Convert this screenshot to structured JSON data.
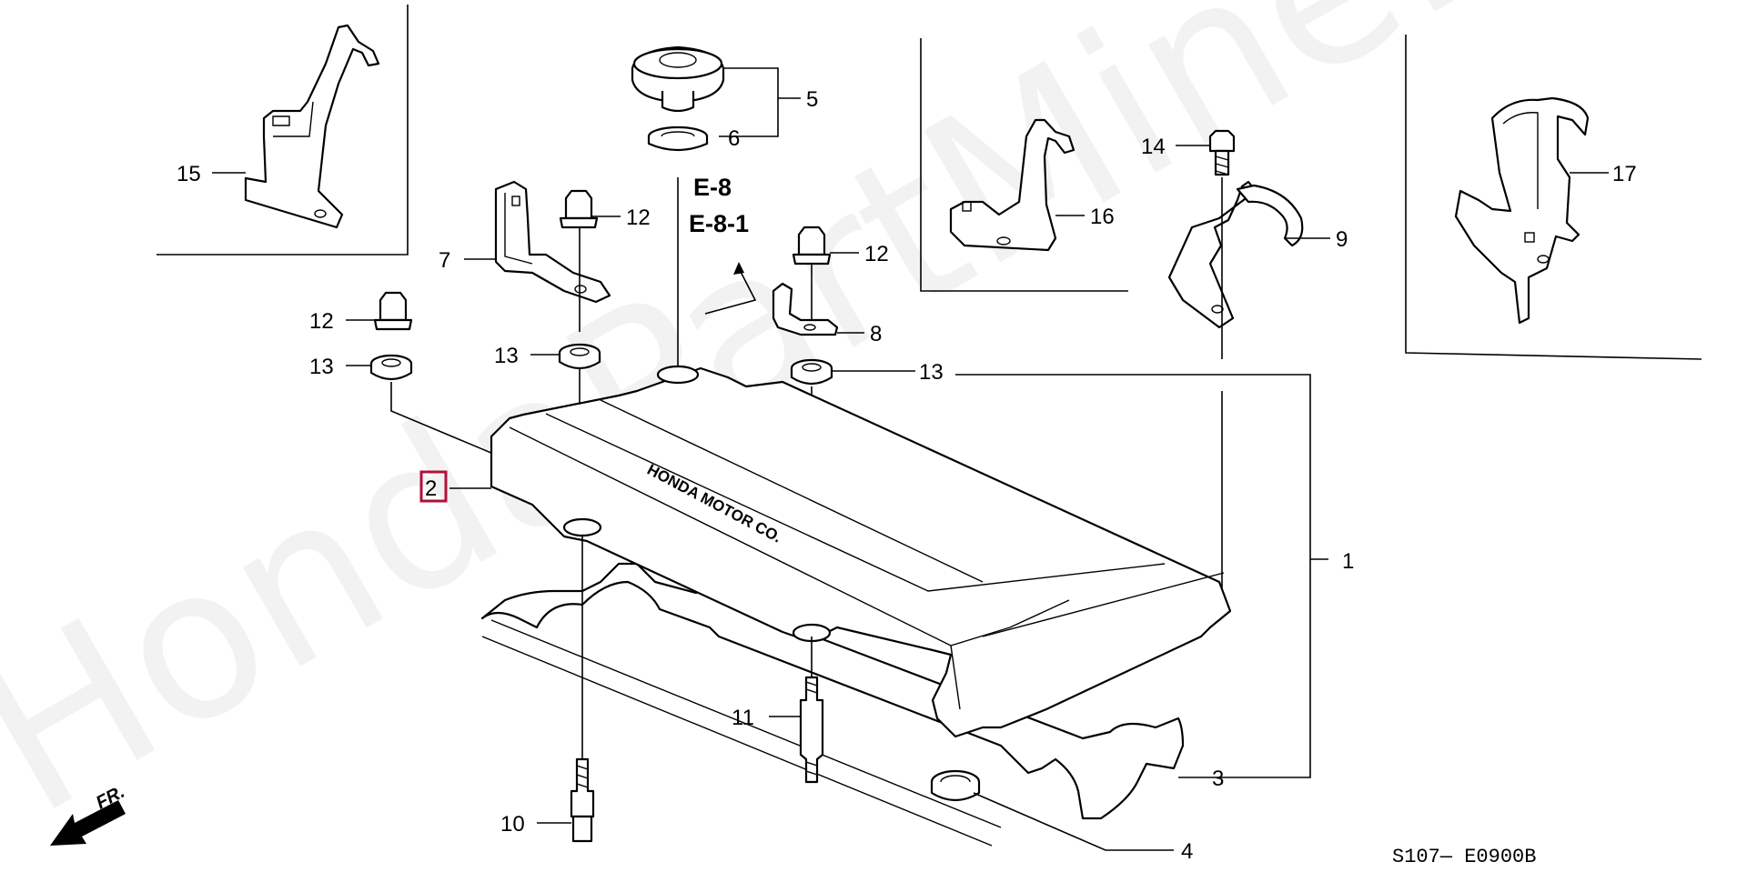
{
  "diagram": {
    "parts": [
      {
        "id": "p1",
        "label": "1"
      },
      {
        "id": "p2",
        "label": "2"
      },
      {
        "id": "p3",
        "label": "3"
      },
      {
        "id": "p4",
        "label": "4"
      },
      {
        "id": "p5",
        "label": "5"
      },
      {
        "id": "p6",
        "label": "6"
      },
      {
        "id": "p7",
        "label": "7"
      },
      {
        "id": "p8",
        "label": "8"
      },
      {
        "id": "p9",
        "label": "9"
      },
      {
        "id": "p10",
        "label": "10"
      },
      {
        "id": "p11",
        "label": "11"
      },
      {
        "id": "p12a",
        "label": "12"
      },
      {
        "id": "p12b",
        "label": "12"
      },
      {
        "id": "p12c",
        "label": "12"
      },
      {
        "id": "p13a",
        "label": "13"
      },
      {
        "id": "p13b",
        "label": "13"
      },
      {
        "id": "p13c",
        "label": "13"
      },
      {
        "id": "p14",
        "label": "14"
      },
      {
        "id": "p15",
        "label": "15"
      },
      {
        "id": "p16",
        "label": "16"
      },
      {
        "id": "p17",
        "label": "17"
      }
    ],
    "references": [
      "E-8",
      "E-8-1"
    ],
    "cover_text": "HONDA MOTOR CO.",
    "front_indicator": "FR.",
    "diagram_code": "S107— E0900B",
    "watermark": "HondaPartMine.ru",
    "highlight_color": "#b0103a"
  }
}
